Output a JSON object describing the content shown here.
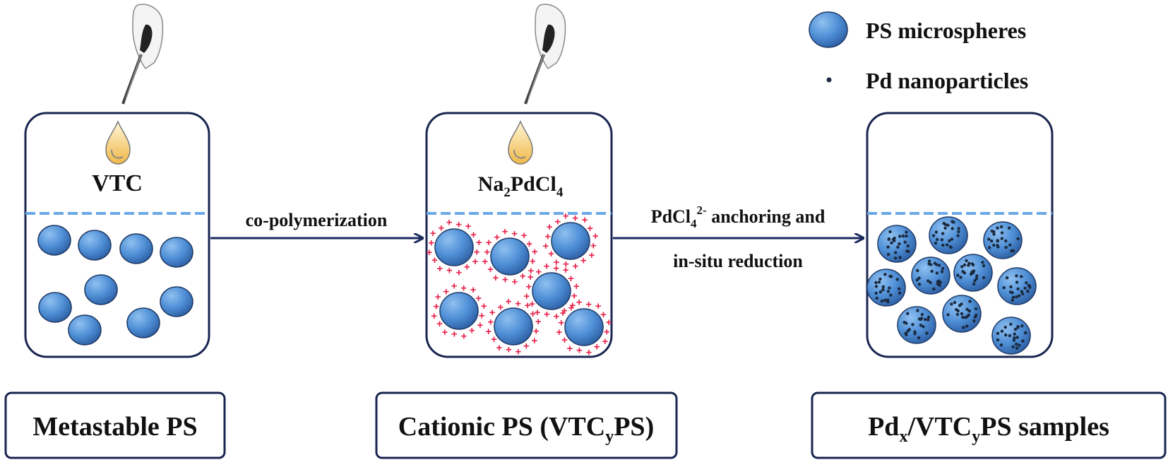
{
  "colors": {
    "sphere": "#4f8fd6",
    "sphere_edge": "#1f3a66",
    "container_border": "#1a2550",
    "water_line": "#6aa9e6",
    "arrow": "#1a2a5e",
    "plus": "#e8224a",
    "drop": "#f0c060",
    "np": "#1b2a3f"
  },
  "legend": {
    "microspheres_label": "PS microspheres",
    "nanoparticles_label": "Pd nanoparticles"
  },
  "containers": [
    {
      "reagent_main": "VTC",
      "reagent_sub1": "",
      "reagent_mid": "",
      "reagent_sub2": "",
      "label": "Metastable PS"
    },
    {
      "reagent_main": "Na",
      "reagent_sub1": "2",
      "reagent_mid": "PdCl",
      "reagent_sub2": "4",
      "label_main": "Cationic PS (VTC",
      "label_sub": "y",
      "label_end": "PS)"
    },
    {
      "label_pd": "Pd",
      "label_sub_x": "x",
      "label_mid": "/VTC",
      "label_sub_y": "y",
      "label_end": "PS samples"
    }
  ],
  "arrows": {
    "step1": "co-polymerization",
    "step2_ion": "PdCl",
    "step2_sub": "4",
    "step2_sup": "2-",
    "step2_rest": " anchoring and",
    "step2_line2": "in-situ reduction"
  }
}
